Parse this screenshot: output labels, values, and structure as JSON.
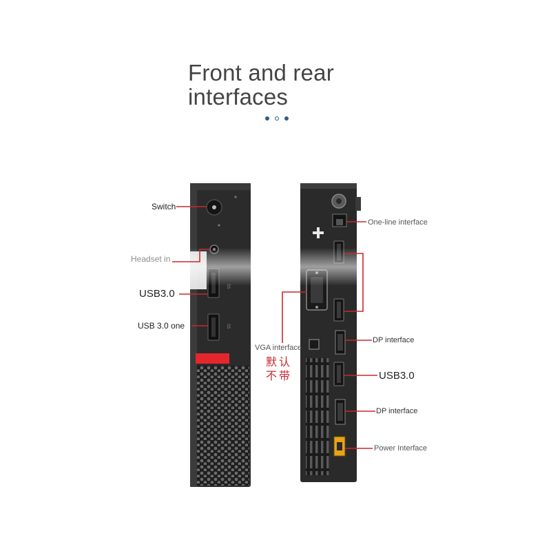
{
  "title": {
    "line1": "Front and rear",
    "line2": "interfaces"
  },
  "carousel": {
    "dots": 3,
    "active": 2
  },
  "front_labels": {
    "switch": "Switch",
    "headset": "Headset in",
    "usb30_top": "USB3.0",
    "usb30_one": "USB 3.0 one"
  },
  "rear_labels": {
    "one_line": "One-line interface",
    "vga": "VGA interface",
    "vga_note_line1": "默认",
    "vga_note_line2": "不带",
    "dp1": "DP interface",
    "usb30": "USB3.0",
    "dp2": "DP interface",
    "power": "Power Interface"
  },
  "colors": {
    "accent_red": "#e5262d",
    "chassis": "#2a2a2a",
    "leader_line": "#c8282e",
    "dot_blue": "#2f5d8a",
    "power_port": "#e8a318"
  }
}
